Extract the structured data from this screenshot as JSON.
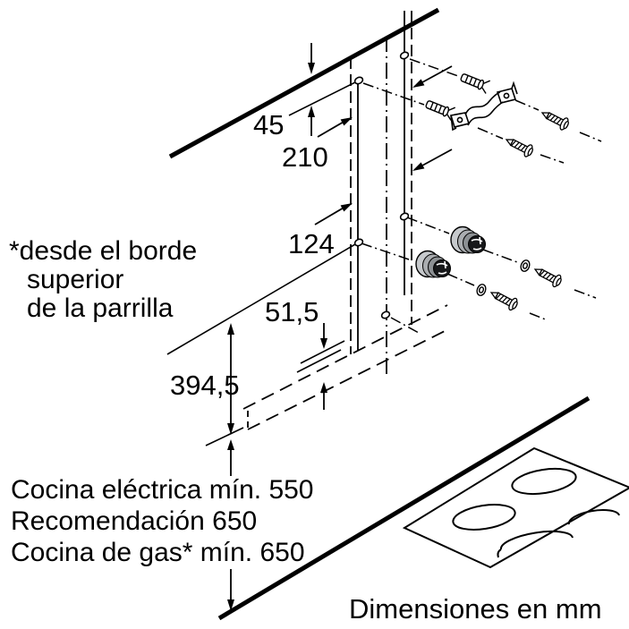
{
  "diagram": {
    "title_none": "",
    "dimensions": {
      "wall_to_top_holes": "45",
      "top_to_mid_holes": "210",
      "mid_to_low_holes": "124",
      "low_holes_to_hood_bottom": "51,5",
      "hood_bottom_to_ref": "394,5"
    },
    "asterisk_note": {
      "line1": "*desde el borde",
      "line2": "superior",
      "line3": "de la parrilla"
    },
    "clearances": {
      "electric": "Cocina eléctrica mín. 550",
      "recommended": "Recomendación 650",
      "gas": "Cocina de gas* mín. 650"
    },
    "units_note": "Dimensiones en mm",
    "colors": {
      "line": "#000000",
      "background": "#ffffff",
      "knob_light": "#c6c9cc",
      "knob_mid": "#aaadb0",
      "knob_dark": "#8c9093",
      "knob_face": "#17181a"
    }
  }
}
